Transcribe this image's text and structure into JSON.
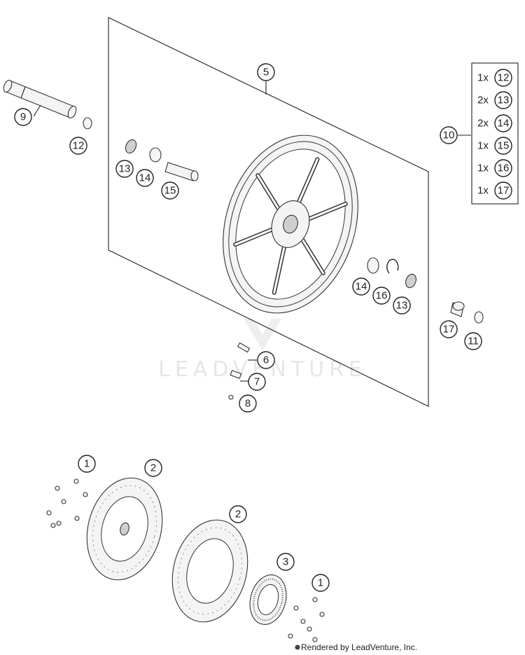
{
  "watermark": "LEADVENTURE",
  "footer": "Rendered by LeadVenture, Inc.",
  "callouts": {
    "c1a": "1",
    "c1b": "1",
    "c2a": "2",
    "c2b": "2",
    "c3": "3",
    "c5": "5",
    "c6": "6",
    "c7": "7",
    "c8": "8",
    "c9": "9",
    "c10": "10",
    "c11": "11",
    "c12": "12",
    "c13a": "13",
    "c13b": "13",
    "c14a": "14",
    "c14b": "14",
    "c15": "15",
    "c16": "16",
    "c17": "17"
  },
  "kit": {
    "rows": [
      {
        "qty": "1x",
        "ref": "12"
      },
      {
        "qty": "2x",
        "ref": "13"
      },
      {
        "qty": "2x",
        "ref": "14"
      },
      {
        "qty": "1x",
        "ref": "15"
      },
      {
        "qty": "1x",
        "ref": "16"
      },
      {
        "qty": "1x",
        "ref": "17"
      }
    ]
  }
}
